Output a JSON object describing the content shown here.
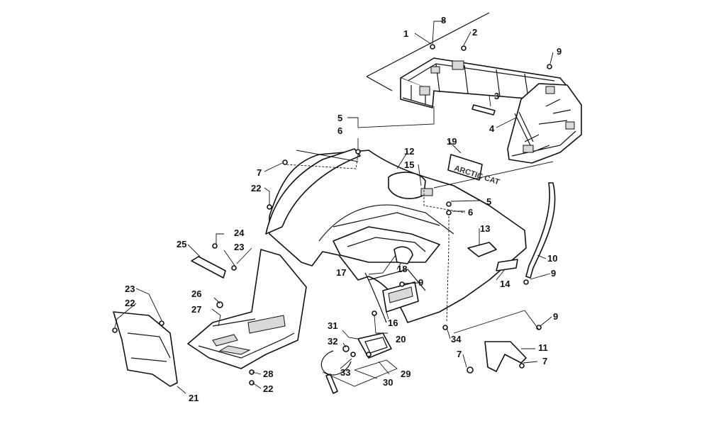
{
  "diagram": {
    "callouts": {
      "c1": "1",
      "c2": "2",
      "c3": "3",
      "c4": "4",
      "c5a": "5",
      "c5b": "5",
      "c6a": "6",
      "c6b": "6",
      "c7a": "7",
      "c7b": "7",
      "c7c": "7",
      "c8": "8",
      "c9a": "9",
      "c9b": "9",
      "c9c": "9",
      "c9d": "9",
      "c10": "10",
      "c11": "11",
      "c12": "12",
      "c13": "13",
      "c14": "14",
      "c15": "15",
      "c16": "16",
      "c17": "17",
      "c18": "18",
      "c19": "19",
      "c20": "20",
      "c21": "21",
      "c22a": "22",
      "c22b": "22",
      "c22c": "22",
      "c23a": "23",
      "c23b": "23",
      "c24": "24",
      "c25": "25",
      "c26": "26",
      "c27": "27",
      "c28": "28",
      "c29": "29",
      "c30": "30",
      "c31": "31",
      "c32": "32",
      "c33": "33",
      "c34": "34"
    },
    "decal_text": "ARCTIC CAT"
  }
}
